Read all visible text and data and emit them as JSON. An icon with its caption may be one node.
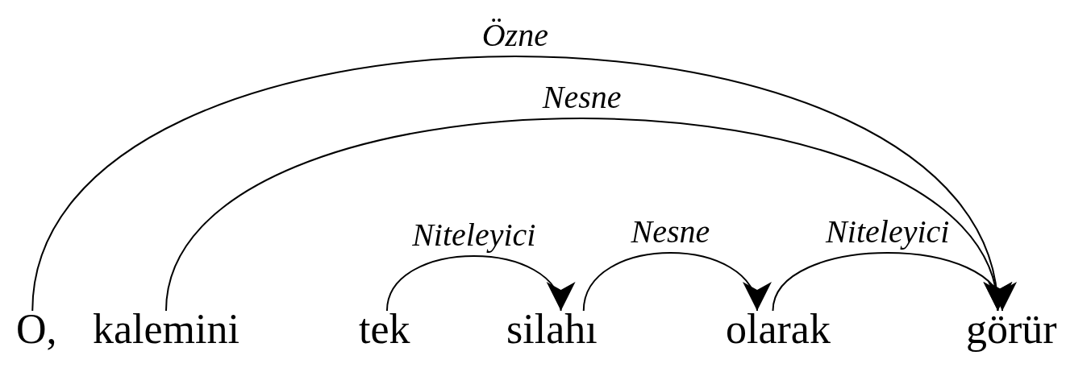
{
  "diagram": {
    "nodes": [
      {
        "text": [
          "O,"
        ]
      },
      {
        "text": [
          "kalemini"
        ]
      },
      {
        "text": [
          "tek"
        ]
      },
      {
        "text": [
          "silahı"
        ]
      },
      {
        "text": [
          "olarak"
        ]
      },
      {
        "text": [
          "görür"
        ]
      }
    ],
    "edges": [
      {
        "from": 0,
        "to": 5,
        "arrow": "to",
        "label": "Özne"
      },
      {
        "from": 1,
        "to": 5,
        "arrow": "to",
        "label": "Nesne"
      },
      {
        "from": 2,
        "to": 3,
        "arrow": "to",
        "label": "Niteleyici"
      },
      {
        "from": 3,
        "to": 4,
        "arrow": "to",
        "label": "Nesne"
      },
      {
        "from": 4,
        "to": 5,
        "arrow": "to",
        "label": "Niteleyici"
      }
    ]
  }
}
